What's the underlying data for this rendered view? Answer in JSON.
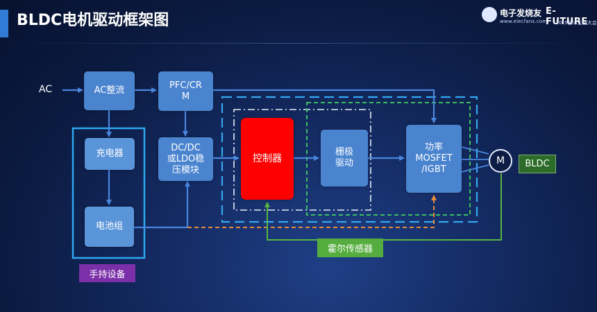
{
  "header": {
    "title": "BLDC电机驱动框架图",
    "logo_left_text": "电子发烧友",
    "logo_left_url": "www.elecfans.com",
    "logo_right_text": "E-FUTURE",
    "logo_right_sub": "2019技术工程大会"
  },
  "diagram": {
    "input_label": "AC",
    "blocks": {
      "ac_rectifier": "AC整流",
      "pfc": "PFC/CR\nM",
      "dcdc": "DC/DC\n或LDO稳\n压模块",
      "charger": "充电器",
      "battery": "电池组",
      "controller": "控制器",
      "gate_driver": "栅极\n驱动",
      "power_stage": "功率\nMOSFET\n/IGBT"
    },
    "motor_label": "M",
    "bldc_label": "BLDC",
    "hall_label": "霍尔传感器",
    "handheld_label": "手持设备"
  },
  "colors": {
    "block": "#4a84cf",
    "controller": "#ff0000",
    "arrow": "#4a86dd",
    "outer_dash": "#35a8f0",
    "green_dash": "#3bbf62",
    "white_dashdot": "#e8ecf6",
    "orange_dash": "#e88a3c",
    "hall_line": "#58b640",
    "handheld_frame": "#2ea8f0"
  }
}
